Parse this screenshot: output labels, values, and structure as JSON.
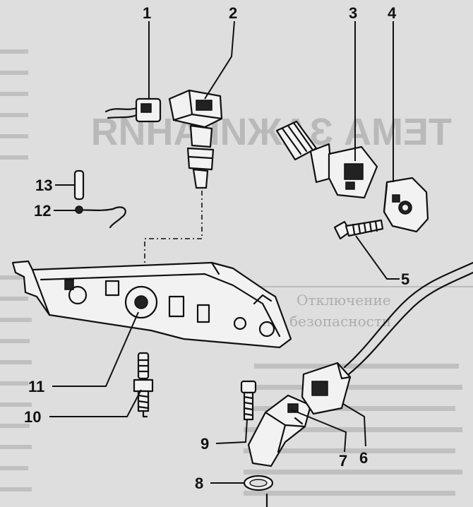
{
  "callouts": [
    "1",
    "2",
    "3",
    "4",
    "5",
    "6",
    "7",
    "8",
    "9",
    "10",
    "11",
    "12",
    "13"
  ],
  "show_through": {
    "heading": "ТЕМА ЗАЖИГАНИЯ",
    "lines": [
      "Отключение",
      "безопасности"
    ]
  }
}
